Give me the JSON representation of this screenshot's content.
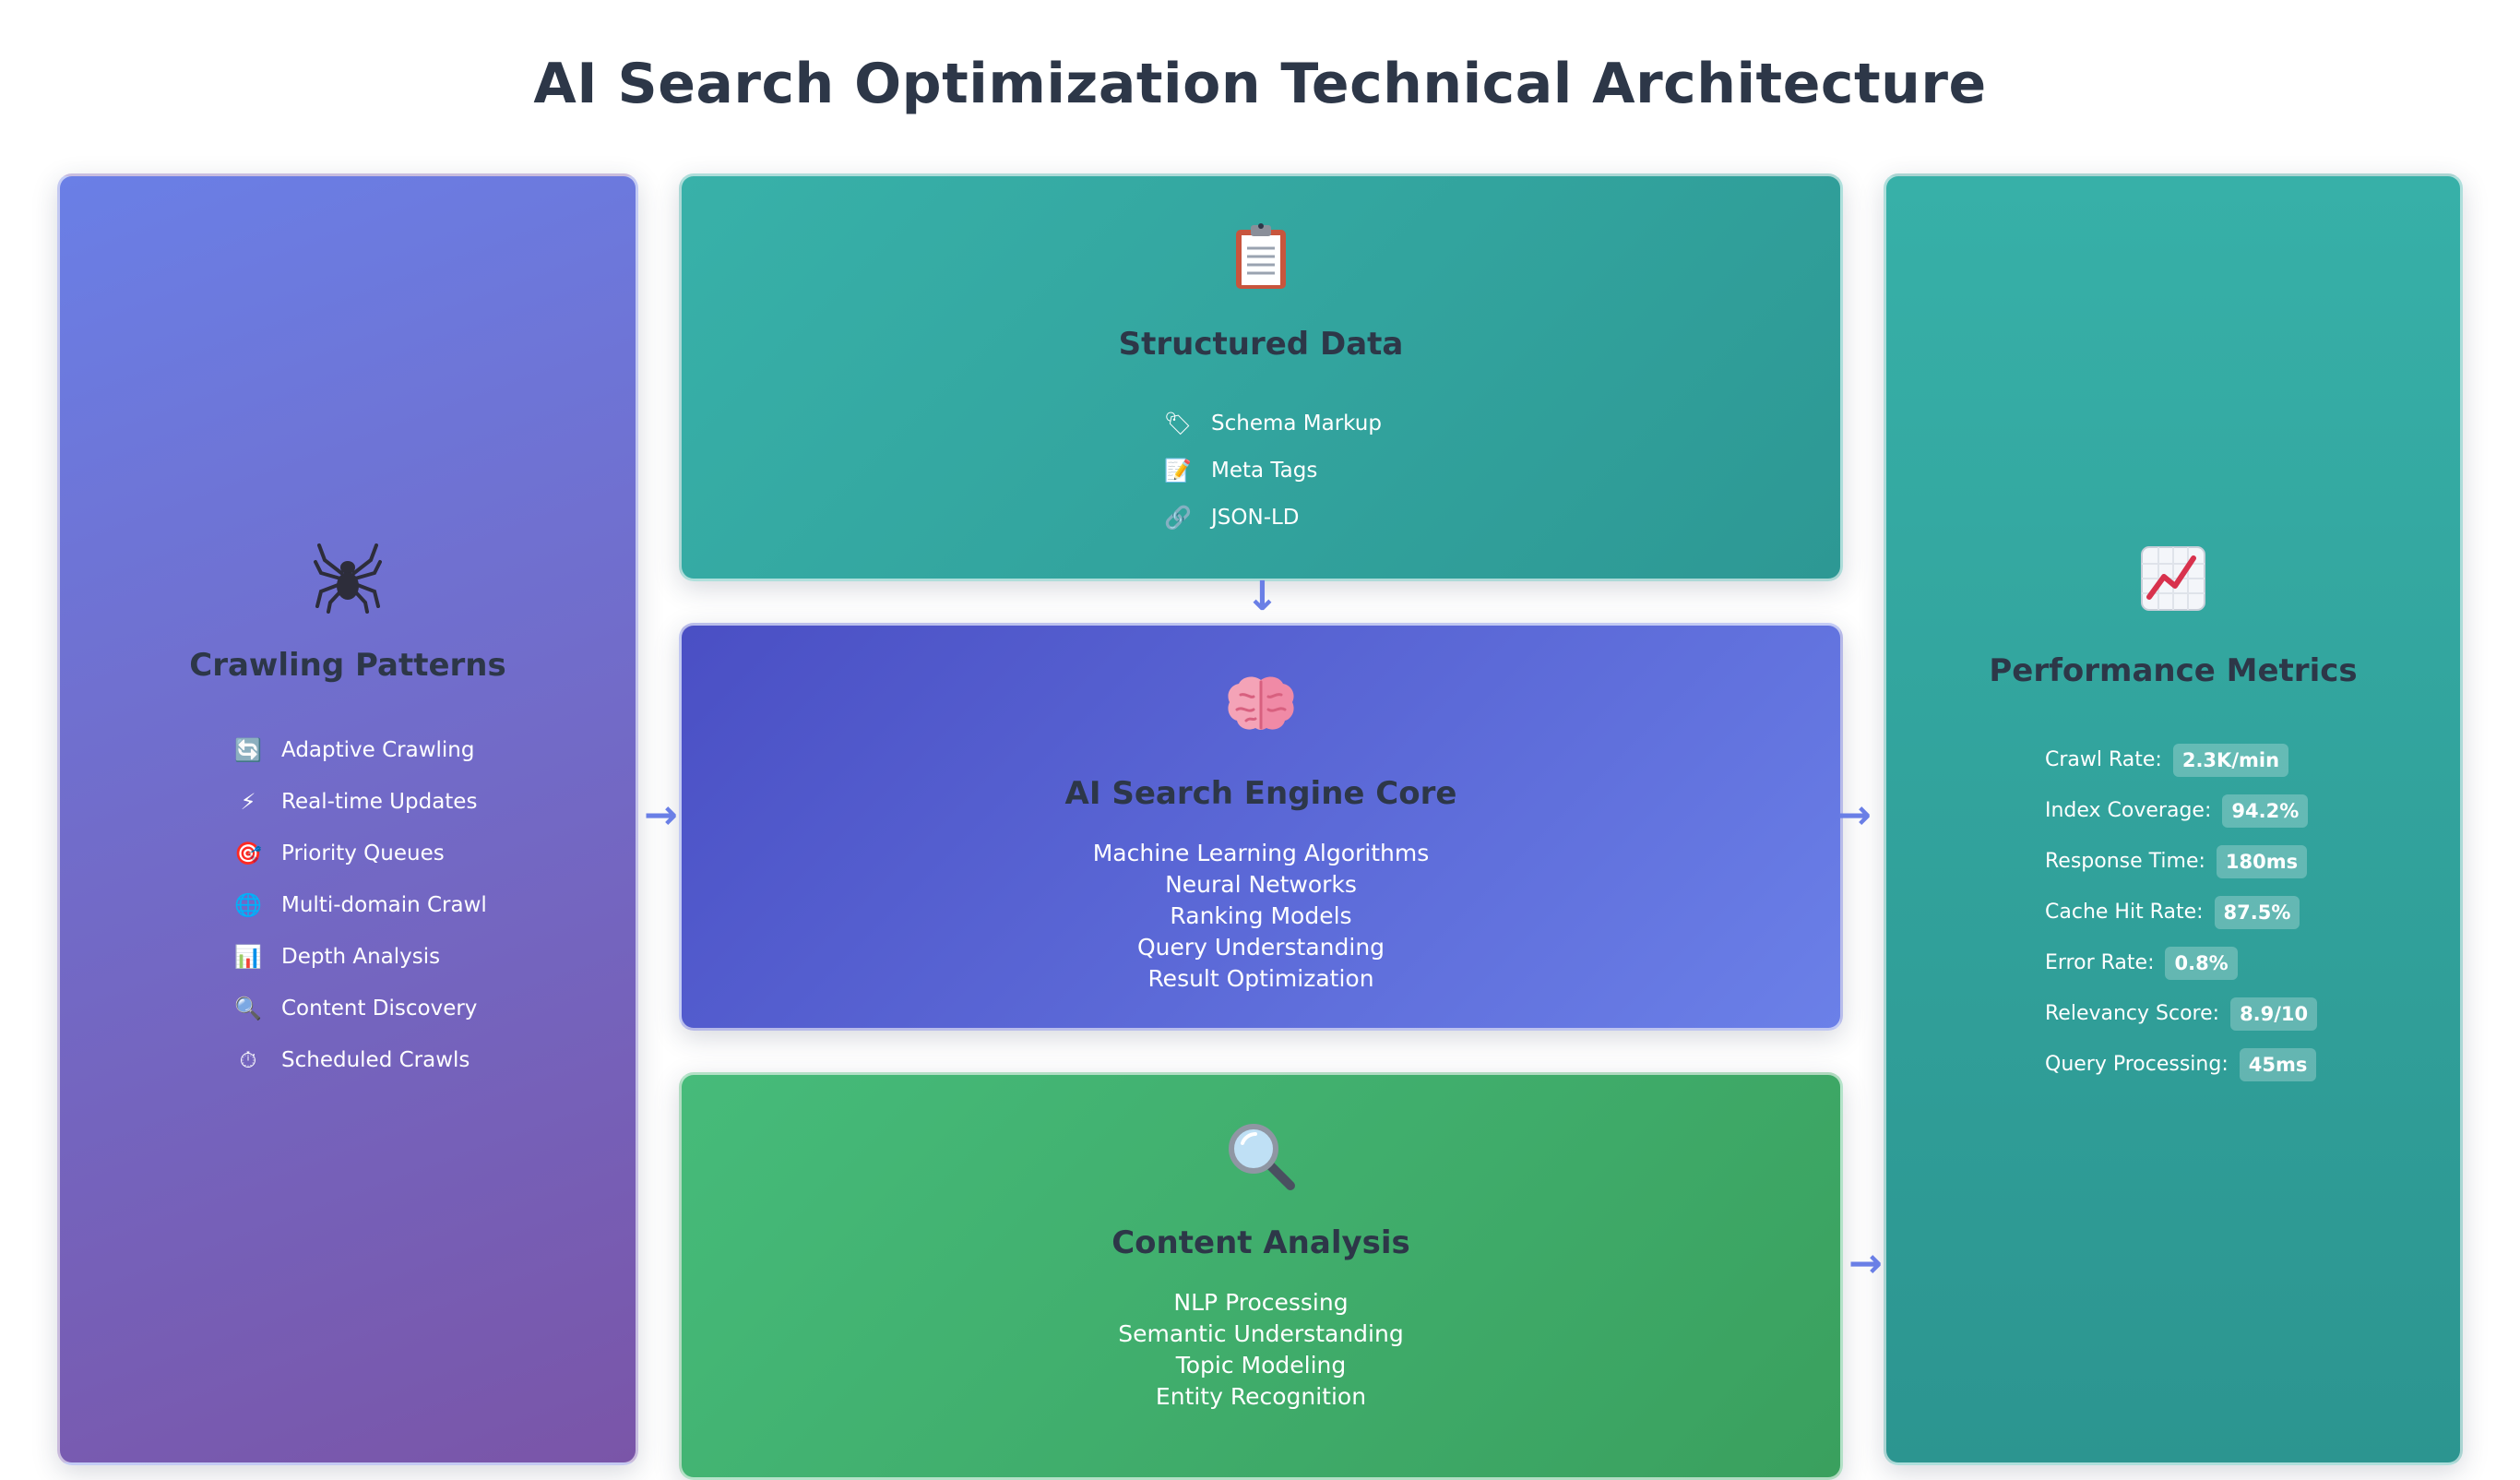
{
  "title": "AI Search Optimization Technical Architecture",
  "crawling": {
    "icon": "spider-icon",
    "heading": "Crawling Patterns",
    "items": [
      {
        "icon": "refresh-icon",
        "glyph": "🔄",
        "label": "Adaptive Crawling"
      },
      {
        "icon": "lightning-icon",
        "glyph": "⚡",
        "label": "Real-time Updates"
      },
      {
        "icon": "target-icon",
        "glyph": "🎯",
        "label": "Priority Queues"
      },
      {
        "icon": "globe-icon",
        "glyph": "🌐",
        "label": "Multi-domain Crawl"
      },
      {
        "icon": "bar-chart-icon",
        "glyph": "📊",
        "label": "Depth Analysis"
      },
      {
        "icon": "magnifier-icon",
        "glyph": "🔍",
        "label": "Content Discovery"
      },
      {
        "icon": "stopwatch-icon",
        "glyph": "⏱",
        "label": "Scheduled Crawls"
      }
    ]
  },
  "structured": {
    "icon": "clipboard-icon",
    "heading": "Structured Data",
    "items": [
      {
        "icon": "tag-icon",
        "glyph": "🏷",
        "label": "Schema Markup"
      },
      {
        "icon": "memo-icon",
        "glyph": "📝",
        "label": "Meta Tags"
      },
      {
        "icon": "link-icon",
        "glyph": "🔗",
        "label": "JSON-LD"
      }
    ]
  },
  "core": {
    "icon": "brain-icon",
    "heading": "AI Search Engine Core",
    "lines": [
      "Machine Learning Algorithms",
      "Neural Networks",
      "Ranking Models",
      "Query Understanding",
      "Result Optimization"
    ]
  },
  "content": {
    "icon": "magnifier-icon",
    "heading": "Content Analysis",
    "lines": [
      "NLP Processing",
      "Semantic Understanding",
      "Topic Modeling",
      "Entity Recognition"
    ]
  },
  "metrics": {
    "icon": "chart-increasing-icon",
    "heading": "Performance Metrics",
    "rows": [
      {
        "label": "Crawl Rate:",
        "value": "2.3K/min"
      },
      {
        "label": "Index Coverage:",
        "value": "94.2%"
      },
      {
        "label": "Response Time:",
        "value": "180ms"
      },
      {
        "label": "Cache Hit Rate:",
        "value": "87.5%"
      },
      {
        "label": "Error Rate:",
        "value": "0.8%"
      },
      {
        "label": "Relevancy Score:",
        "value": "8.9/10"
      },
      {
        "label": "Query Processing:",
        "value": "45ms"
      }
    ]
  },
  "arrows": {
    "right": "→",
    "down": "↓"
  },
  "colors": {
    "arrow": "#6a7fe6",
    "heading": "#2d3748"
  }
}
